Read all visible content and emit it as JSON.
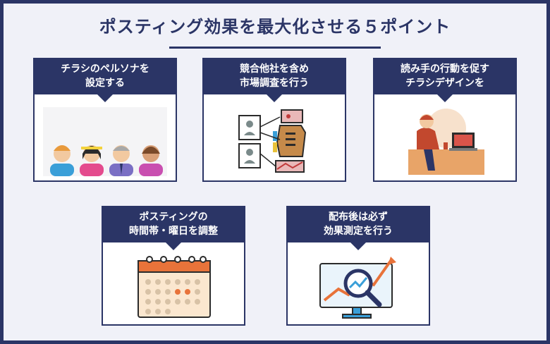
{
  "title": "ポスティング効果を最大化させる５ポイント",
  "cards": [
    {
      "line1": "チラシのペルソナを",
      "line2": "設定する",
      "icon": "people-persona-icon"
    },
    {
      "line1": "競合他社を含め",
      "line2": "市場調査を行う",
      "icon": "market-research-board-icon"
    },
    {
      "line1": "読み手の行動を促す",
      "line2": "チラシデザインを",
      "icon": "designer-at-laptop-icon"
    },
    {
      "line1": "ポスティングの",
      "line2": "時間帯・曜日を調整",
      "icon": "calendar-icon"
    },
    {
      "line1": "配布後は必ず",
      "line2": "効果測定を行う",
      "icon": "analytics-monitor-icon"
    }
  ],
  "colors": {
    "navy": "#2b3566",
    "orange": "#e8733a",
    "background": "#f0f1f8"
  }
}
